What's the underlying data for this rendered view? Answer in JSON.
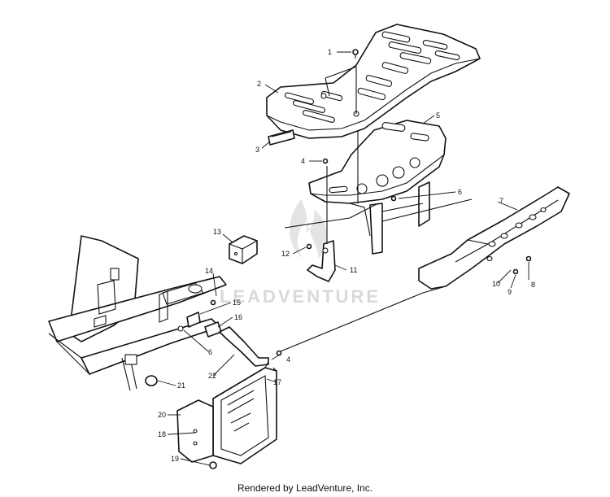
{
  "watermark": "LEADVENTURE",
  "footer": "Rendered by LeadVenture, Inc.",
  "callouts": [
    "1",
    "2",
    "3",
    "4",
    "5",
    "6",
    "7",
    "8",
    "9",
    "10",
    "11",
    "12",
    "13",
    "14",
    "15",
    "16",
    "17",
    "18",
    "19",
    "20",
    "21",
    "22",
    "6",
    "4"
  ]
}
